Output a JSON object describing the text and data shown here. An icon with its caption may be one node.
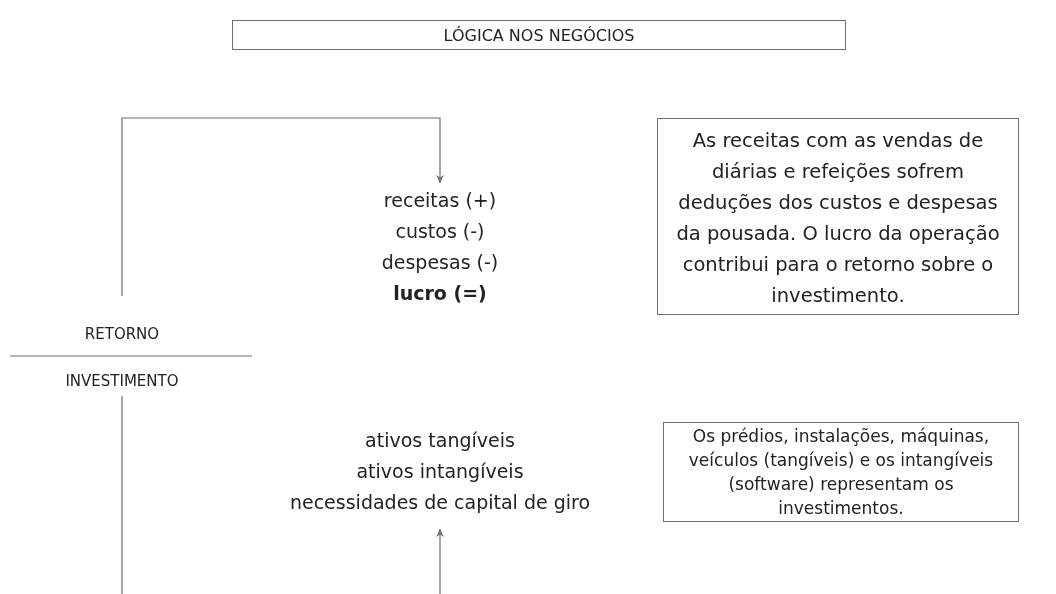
{
  "diagram": {
    "nodes": [
      {
        "text": [
          "LÓGICA NOS NEGÓCIOS"
        ]
      },
      {
        "text": [
          "receitas (+)",
          "custos (-)",
          "despesas (-)",
          "lucro (=)"
        ]
      },
      {
        "text": [
          "As receitas com as vendas de diárias e refeições sofrem deduções dos custos e despesas da pousada. O lucro da operação contribui para o retorno sobre o investimento."
        ]
      },
      {
        "text": [
          "RETORNO"
        ]
      },
      {
        "text": [
          "INVESTIMENTO"
        ]
      },
      {
        "text": [
          "ativos tangíveis",
          "ativos intangíveis",
          "necessidades de capital de giro"
        ]
      },
      {
        "text": [
          "Os prédios, instalações, máquinas, veículos (tangíveis) e os intangíveis (software) representam os investimentos."
        ]
      }
    ],
    "edges": [
      {
        "from": 3,
        "to": 1,
        "arrow": "to"
      },
      {
        "from": 4,
        "to": 5,
        "arrow": "to"
      }
    ]
  }
}
